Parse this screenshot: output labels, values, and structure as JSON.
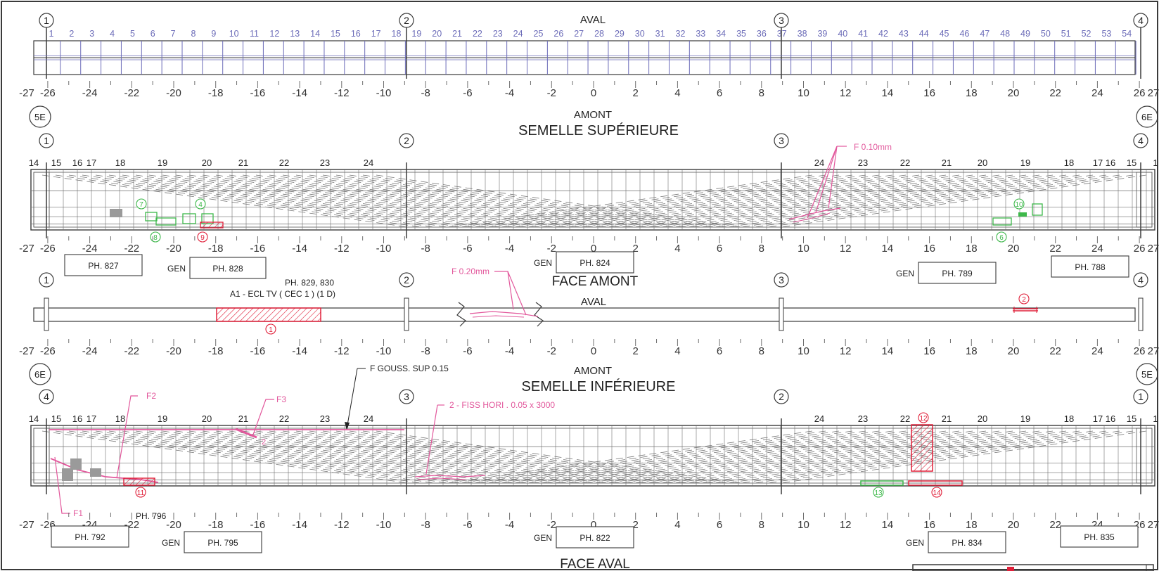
{
  "colors": {
    "line": "#3a3a3a",
    "grid": "#6f6f6f",
    "ruler_blue": "#6b6bb8",
    "pink": "#e2589c",
    "red": "#e0203a",
    "green": "#3db84a",
    "fill_gray": "#9a9a9a"
  },
  "ruler": {
    "ticks": [
      -27,
      -26,
      -24,
      -22,
      -20,
      -18,
      -16,
      -14,
      -12,
      -10,
      -8,
      -6,
      -4,
      -2,
      0,
      2,
      4,
      6,
      8,
      10,
      12,
      14,
      16,
      18,
      20,
      22,
      24,
      26,
      27
    ],
    "ticks_mid": [
      -27,
      -26,
      -24,
      -22,
      -20,
      -18,
      -16,
      -14,
      -12,
      -10,
      -8,
      -6,
      -4,
      -2,
      0,
      2,
      4,
      6,
      8,
      10,
      12,
      14,
      16,
      18,
      20,
      22,
      24,
      26,
      27
    ]
  },
  "top_strip": {
    "label_aval": "AVAL",
    "axes": [
      "1",
      "2",
      "3",
      "4"
    ],
    "segments": [
      "1",
      "2",
      "3",
      "4",
      "5",
      "6",
      "7",
      "8",
      "9",
      "10",
      "11",
      "12",
      "13",
      "14",
      "15",
      "16",
      "17",
      "18",
      "19",
      "20",
      "21",
      "22",
      "23",
      "24",
      "25",
      "26",
      "27",
      "28",
      "29",
      "30",
      "31",
      "32",
      "33",
      "34",
      "35",
      "36",
      "37",
      "38",
      "39",
      "40",
      "41",
      "42",
      "43",
      "44",
      "45",
      "46",
      "47",
      "48",
      "49",
      "50",
      "51",
      "52",
      "53",
      "54"
    ]
  },
  "view_upper": {
    "amont": "AMONT",
    "title": "SEMELLE SUPÉRIEURE",
    "badge_left": "5E",
    "badge_right": "6E",
    "axes": [
      "1",
      "2",
      "3",
      "4"
    ],
    "stations_left": [
      "14",
      "15",
      "16",
      "17",
      "18",
      "19",
      "20",
      "21",
      "22",
      "23",
      "24"
    ],
    "stations_right": [
      "24",
      "23",
      "22",
      "21",
      "20",
      "19",
      "18",
      "17",
      "16",
      "15",
      "1"
    ],
    "crack_note": "F 0.10mm",
    "markers_green": [
      "7",
      "4",
      "8",
      "10",
      "6"
    ],
    "markers_red": [
      "9"
    ],
    "photos": [
      {
        "prefix": "",
        "label": "PH. 827"
      },
      {
        "prefix": "GEN",
        "label": "PH. 828"
      },
      {
        "prefix": "GEN",
        "label": "PH. 824"
      },
      {
        "prefix": "GEN",
        "label": "PH. 789"
      },
      {
        "prefix": "",
        "label": "PH. 788"
      }
    ]
  },
  "face_amont": {
    "title": "FACE AMONT",
    "aval": "AVAL",
    "axes": [
      "1",
      "2",
      "3",
      "4"
    ],
    "photo_ref": "PH. 829, 830",
    "defect_label": "A1 - ECL TV  ( CEC    1 )  (1    D)",
    "crack_note": "F 0.20mm",
    "markers_red": [
      "1",
      "2"
    ]
  },
  "view_lower": {
    "amont": "AMONT",
    "title": "SEMELLE INFÉRIEURE",
    "badge_left": "6E",
    "badge_right": "5E",
    "axes": [
      "4",
      "3",
      "2",
      "1"
    ],
    "stations_left": [
      "14",
      "15",
      "16",
      "17",
      "18",
      "19",
      "20",
      "21",
      "22",
      "23",
      "24"
    ],
    "stations_right": [
      "24",
      "23",
      "22",
      "21",
      "20",
      "19",
      "18",
      "17",
      "16",
      "15",
      "1"
    ],
    "gousset_note": "F GOUSS. SUP 0.15",
    "fiss_note": "2 - FISS HORI   . 0.05 x 3000",
    "crack_labels": [
      "F2",
      "F3",
      "F1",
      "2"
    ],
    "markers_red": [
      "11",
      "12",
      "14"
    ],
    "markers_green": [
      "13"
    ],
    "photo_796": "PH. 796",
    "photos": [
      {
        "prefix": "",
        "label": "PH. 792"
      },
      {
        "prefix": "GEN",
        "label": "PH. 795"
      },
      {
        "prefix": "GEN",
        "label": "PH. 822"
      },
      {
        "prefix": "GEN",
        "label": "PH. 834"
      },
      {
        "prefix": "",
        "label": "PH. 835"
      }
    ]
  },
  "face_aval": {
    "title": "FACE AVAL"
  }
}
